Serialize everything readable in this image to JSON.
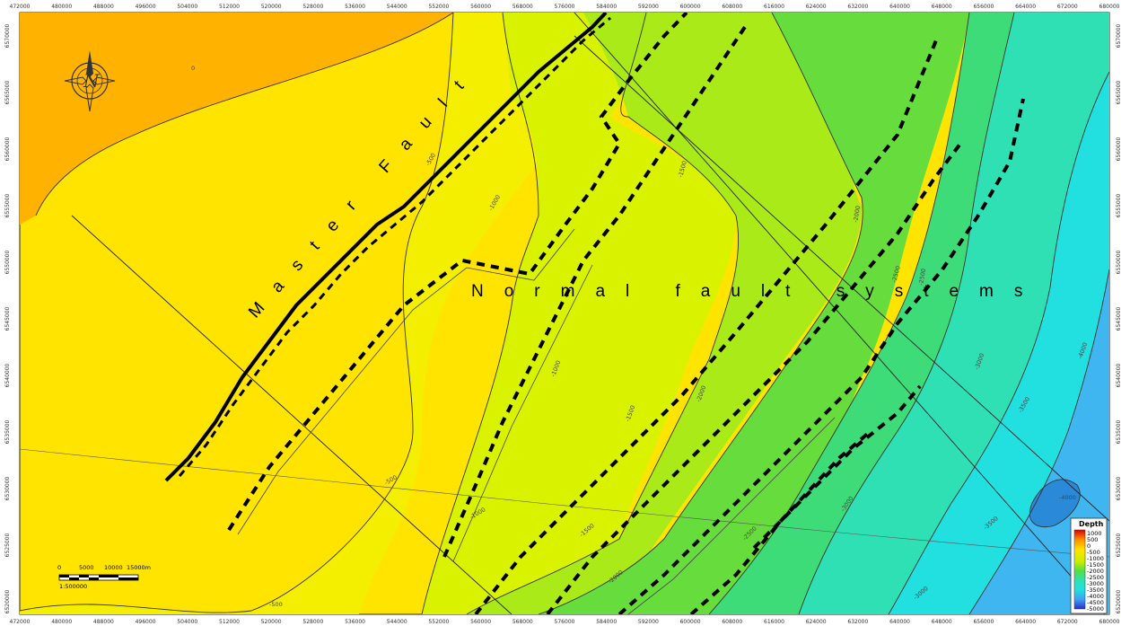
{
  "map": {
    "x_ticks": [
      "472000",
      "480000",
      "488000",
      "496000",
      "504000",
      "512000",
      "520000",
      "528000",
      "536000",
      "544000",
      "552000",
      "560000",
      "568000",
      "576000",
      "584000",
      "592000",
      "600000",
      "608000",
      "616000",
      "624000",
      "632000",
      "640000",
      "648000",
      "656000",
      "664000",
      "672000",
      "680000"
    ],
    "y_ticks": [
      "6570000",
      "6565000",
      "6560000",
      "6555000",
      "6550000",
      "6545000",
      "6540000",
      "6535000",
      "6530000",
      "6525000",
      "6520000"
    ],
    "annotations": {
      "master_fault": "Master Fault",
      "normal_faults": "Normal fault systems"
    },
    "contour_labels": [
      "0",
      "-500",
      "-1000",
      "-1500",
      "-2000",
      "-2500",
      "-3000",
      "-3500",
      "-4000",
      "-500",
      "-1000",
      "-1500",
      "-2000",
      "-2500",
      "-3000",
      "-500",
      "-1000",
      "-1500",
      "-2000",
      "-2500",
      "-3000",
      "-3500",
      "-4000"
    ],
    "depth_zones": [
      "1000",
      "500",
      "0",
      "-500",
      "-1000",
      "-1500",
      "-2000",
      "-2500",
      "-3000",
      "-3500",
      "-4000",
      "-4500",
      "-5000"
    ],
    "colors": {
      "z_high": "#ffb300",
      "z_0": "#ffe400",
      "z_500": "#f4ee00",
      "z_1000": "#d8f200",
      "z_1500": "#a9ea18",
      "z_2000": "#66dd3c",
      "z_2500": "#3ddc78",
      "z_3000": "#2fe0b4",
      "z_3500": "#22dfe0",
      "z_4000": "#3fb6f0",
      "z_4500": "#2a8ad8"
    }
  },
  "legend": {
    "title": "Depth",
    "labels": [
      "1000",
      "500",
      "0",
      "-500",
      "-1000",
      "-1500",
      "-2000",
      "-2500",
      "-3000",
      "-3500",
      "-4000",
      "-4500",
      "-5000"
    ]
  },
  "scale_bar": {
    "labels": [
      "0",
      "5000",
      "10000",
      "15000m"
    ],
    "ratio": "1:500000"
  },
  "north_arrow": {
    "label": "N"
  }
}
